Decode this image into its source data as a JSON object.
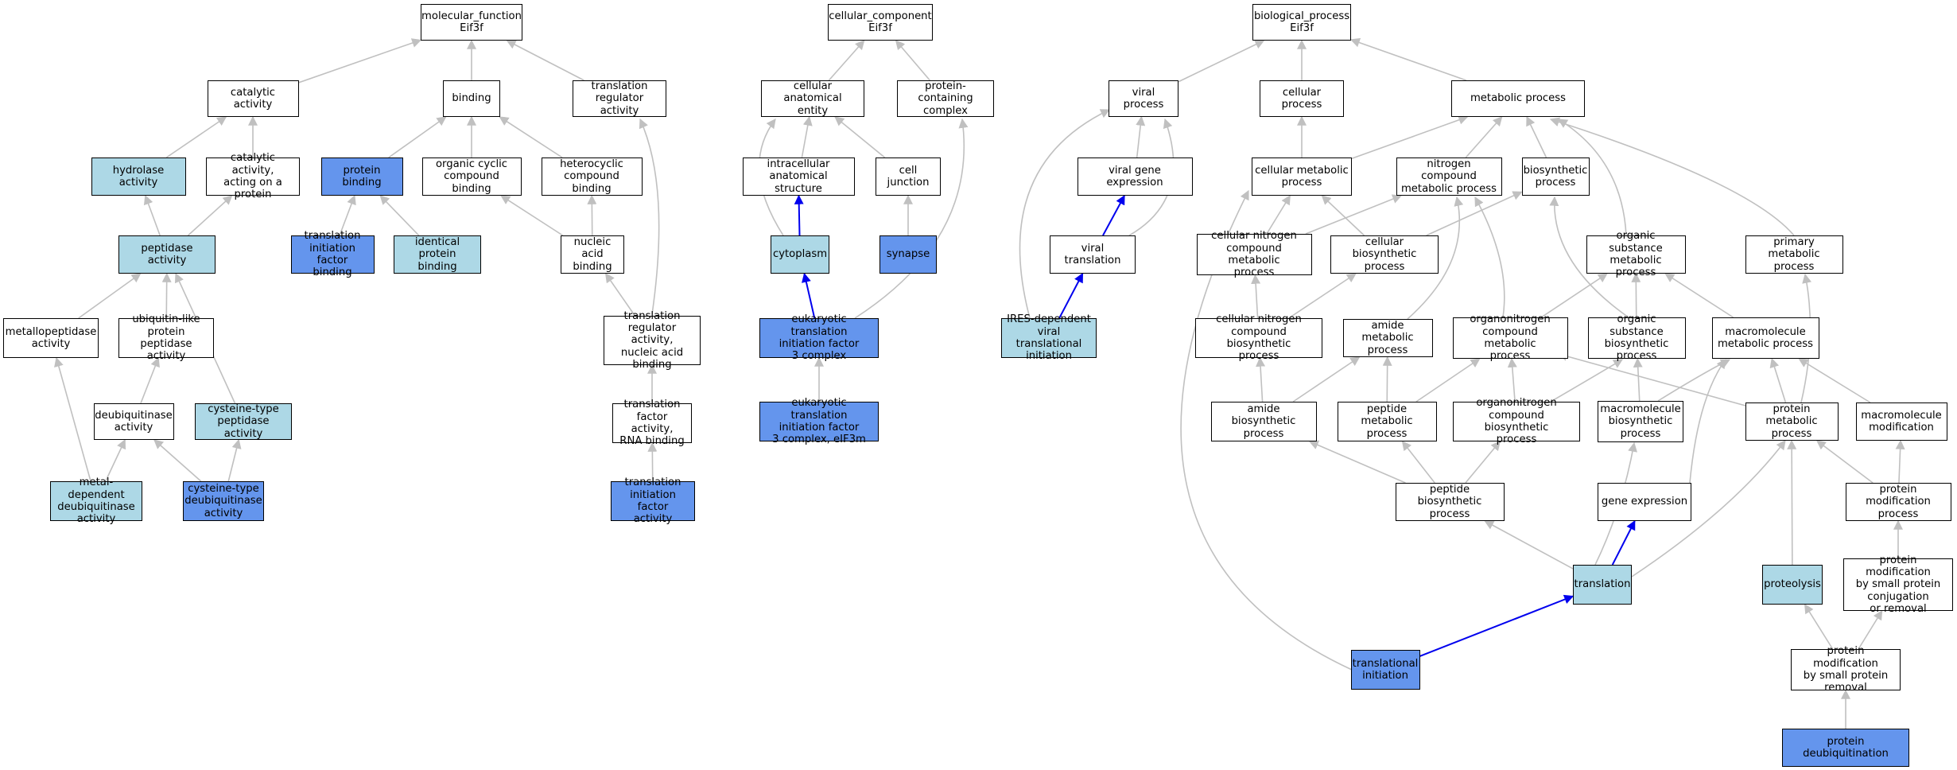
{
  "colors": {
    "edge": "#c0c0c0",
    "highlight_edge": "#0000ee",
    "node_default": "#ffffff",
    "node_light": "#add8e6",
    "node_blue": "#6495ed"
  },
  "legend_note": "",
  "nodes": [
    {
      "id": "mf",
      "label": "molecular_function\nEif3f",
      "fill": "white"
    },
    {
      "id": "cat",
      "label": "catalytic activity",
      "fill": "white"
    },
    {
      "id": "bind",
      "label": "binding",
      "fill": "white"
    },
    {
      "id": "trreg",
      "label": "translation\nregulator activity",
      "fill": "white"
    },
    {
      "id": "hyd",
      "label": "hydrolase activity",
      "fill": "light"
    },
    {
      "id": "catprot",
      "label": "catalytic activity,\nacting on a\nprotein",
      "fill": "white"
    },
    {
      "id": "pbind",
      "label": "protein binding",
      "fill": "blue"
    },
    {
      "id": "occb",
      "label": "organic cyclic\ncompound binding",
      "fill": "white"
    },
    {
      "id": "hcb",
      "label": "heterocyclic\ncompound binding",
      "fill": "white"
    },
    {
      "id": "pep",
      "label": "peptidase activity",
      "fill": "light"
    },
    {
      "id": "tifb",
      "label": "translation\ninitiation factor\nbinding",
      "fill": "blue"
    },
    {
      "id": "idpb",
      "label": "identical protein\nbinding",
      "fill": "light"
    },
    {
      "id": "nab",
      "label": "nucleic acid\nbinding",
      "fill": "white"
    },
    {
      "id": "metp",
      "label": "metallopeptidase\nactivity",
      "fill": "white"
    },
    {
      "id": "ubl",
      "label": "ubiquitin-like\nprotein peptidase\nactivity",
      "fill": "white"
    },
    {
      "id": "trnab",
      "label": "translation\nregulator activity,\nnucleic acid\nbinding",
      "fill": "white"
    },
    {
      "id": "dub",
      "label": "deubiquitinase\nactivity",
      "fill": "white"
    },
    {
      "id": "cysp",
      "label": "cysteine-type\npeptidase activity",
      "fill": "light"
    },
    {
      "id": "tfrna",
      "label": "translation\nfactor activity,\nRNA binding",
      "fill": "white"
    },
    {
      "id": "mdub",
      "label": "metal-dependent\ndeubiquitinase\nactivity",
      "fill": "light"
    },
    {
      "id": "cdub",
      "label": "cysteine-type\ndeubiquitinase\nactivity",
      "fill": "blue"
    },
    {
      "id": "tifa",
      "label": "translation\ninitiation factor\nactivity",
      "fill": "blue"
    },
    {
      "id": "cc",
      "label": "cellular_component\nEif3f",
      "fill": "white"
    },
    {
      "id": "cae",
      "label": "cellular anatomical\nentity",
      "fill": "white"
    },
    {
      "id": "pcc",
      "label": "protein-containing\ncomplex",
      "fill": "white"
    },
    {
      "id": "ias",
      "label": "intracellular\nanatomical structure",
      "fill": "white"
    },
    {
      "id": "cj",
      "label": "cell junction",
      "fill": "white"
    },
    {
      "id": "cyto",
      "label": "cytoplasm",
      "fill": "light"
    },
    {
      "id": "syn",
      "label": "synapse",
      "fill": "blue"
    },
    {
      "id": "eif3",
      "label": "eukaryotic translation\ninitiation factor\n3 complex",
      "fill": "blue"
    },
    {
      "id": "eif3m",
      "label": "eukaryotic translation\ninitiation factor\n3 complex, eIF3m",
      "fill": "blue"
    },
    {
      "id": "bp",
      "label": "biological_process\nEif3f",
      "fill": "white"
    },
    {
      "id": "vp",
      "label": "viral process",
      "fill": "white"
    },
    {
      "id": "cp",
      "label": "cellular process",
      "fill": "white"
    },
    {
      "id": "mp",
      "label": "metabolic process",
      "fill": "white"
    },
    {
      "id": "vge",
      "label": "viral gene expression",
      "fill": "white"
    },
    {
      "id": "cmp",
      "label": "cellular metabolic\nprocess",
      "fill": "white"
    },
    {
      "id": "ncmp",
      "label": "nitrogen compound\nmetabolic process",
      "fill": "white"
    },
    {
      "id": "biosyn",
      "label": "biosynthetic\nprocess",
      "fill": "white"
    },
    {
      "id": "vt",
      "label": "viral translation",
      "fill": "white"
    },
    {
      "id": "cncmp",
      "label": "cellular nitrogen\ncompound metabolic\nprocess",
      "fill": "white"
    },
    {
      "id": "cbp",
      "label": "cellular biosynthetic\nprocess",
      "fill": "white"
    },
    {
      "id": "osmp",
      "label": "organic substance\nmetabolic process",
      "fill": "white"
    },
    {
      "id": "pmp",
      "label": "primary metabolic\nprocess",
      "fill": "white"
    },
    {
      "id": "ires",
      "label": "IRES-dependent\nviral translational\ninitiation",
      "fill": "light"
    },
    {
      "id": "cncbp",
      "label": "cellular nitrogen\ncompound biosynthetic\nprocess",
      "fill": "white"
    },
    {
      "id": "amp",
      "label": "amide metabolic\nprocess",
      "fill": "white"
    },
    {
      "id": "oncmp",
      "label": "organonitrogen\ncompound metabolic\nprocess",
      "fill": "white"
    },
    {
      "id": "osbp",
      "label": "organic substance\nbiosynthetic\nprocess",
      "fill": "white"
    },
    {
      "id": "mmp",
      "label": "macromolecule\nmetabolic process",
      "fill": "white"
    },
    {
      "id": "abp",
      "label": "amide biosynthetic\nprocess",
      "fill": "white"
    },
    {
      "id": "pepmp",
      "label": "peptide metabolic\nprocess",
      "fill": "white"
    },
    {
      "id": "oncbp",
      "label": "organonitrogen\ncompound biosynthetic\nprocess",
      "fill": "white"
    },
    {
      "id": "mbp",
      "label": "macromolecule\nbiosynthetic\nprocess",
      "fill": "white"
    },
    {
      "id": "protmp",
      "label": "protein metabolic\nprocess",
      "fill": "white"
    },
    {
      "id": "mmod",
      "label": "macromolecule\nmodification",
      "fill": "white"
    },
    {
      "id": "pepbp",
      "label": "peptide biosynthetic\nprocess",
      "fill": "white"
    },
    {
      "id": "ge",
      "label": "gene expression",
      "fill": "white"
    },
    {
      "id": "pmod",
      "label": "protein modification\nprocess",
      "fill": "white"
    },
    {
      "id": "transl",
      "label": "translation",
      "fill": "light"
    },
    {
      "id": "prot",
      "label": "proteolysis",
      "fill": "light"
    },
    {
      "id": "pmspc",
      "label": "protein modification\nby small protein\nconjugation\nor removal",
      "fill": "white"
    },
    {
      "id": "tinit",
      "label": "translational\ninitiation",
      "fill": "blue"
    },
    {
      "id": "pmspr",
      "label": "protein modification\nby small protein\nremoval",
      "fill": "white"
    },
    {
      "id": "pdub",
      "label": "protein deubiquitination",
      "fill": "blue"
    }
  ],
  "edges": [
    [
      "cat",
      "mf",
      0
    ],
    [
      "bind",
      "mf",
      0
    ],
    [
      "trreg",
      "mf",
      0
    ],
    [
      "hyd",
      "cat",
      0
    ],
    [
      "catprot",
      "cat",
      0
    ],
    [
      "pbind",
      "bind",
      0
    ],
    [
      "occb",
      "bind",
      0
    ],
    [
      "hcb",
      "bind",
      0
    ],
    [
      "pep",
      "hyd",
      0
    ],
    [
      "pep",
      "catprot",
      0
    ],
    [
      "tifb",
      "pbind",
      0
    ],
    [
      "idpb",
      "pbind",
      0
    ],
    [
      "nab",
      "occb",
      0
    ],
    [
      "nab",
      "hcb",
      0
    ],
    [
      "metp",
      "pep",
      0
    ],
    [
      "ubl",
      "pep",
      0
    ],
    [
      "cysp",
      "pep",
      0
    ],
    [
      "trnab",
      "nab",
      0
    ],
    [
      "trnab",
      "trreg",
      0
    ],
    [
      "dub",
      "ubl",
      0
    ],
    [
      "mdub",
      "metp",
      0
    ],
    [
      "mdub",
      "dub",
      0
    ],
    [
      "cdub",
      "dub",
      0
    ],
    [
      "cdub",
      "cysp",
      0
    ],
    [
      "tfrna",
      "trnab",
      0
    ],
    [
      "tifa",
      "tfrna",
      0
    ],
    [
      "cae",
      "cc",
      0
    ],
    [
      "pcc",
      "cc",
      0
    ],
    [
      "ias",
      "cae",
      0
    ],
    [
      "cj",
      "cae",
      0
    ],
    [
      "cyto",
      "ias",
      1
    ],
    [
      "cyto",
      "cae",
      0
    ],
    [
      "syn",
      "cj",
      0
    ],
    [
      "eif3",
      "cyto",
      1
    ],
    [
      "eif3",
      "pcc",
      0
    ],
    [
      "eif3m",
      "eif3",
      0
    ],
    [
      "vp",
      "bp",
      0
    ],
    [
      "cp",
      "bp",
      0
    ],
    [
      "mp",
      "bp",
      0
    ],
    [
      "vge",
      "vp",
      0
    ],
    [
      "cmp",
      "cp",
      0
    ],
    [
      "cmp",
      "mp",
      0
    ],
    [
      "ncmp",
      "mp",
      0
    ],
    [
      "biosyn",
      "mp",
      0
    ],
    [
      "vt",
      "vge",
      1
    ],
    [
      "vt",
      "vp",
      0
    ],
    [
      "cncmp",
      "cmp",
      0
    ],
    [
      "cncmp",
      "ncmp",
      0
    ],
    [
      "cbp",
      "cmp",
      0
    ],
    [
      "cbp",
      "biosyn",
      0
    ],
    [
      "osmp",
      "mp",
      0
    ],
    [
      "pmp",
      "mp",
      0
    ],
    [
      "ires",
      "vt",
      1
    ],
    [
      "ires",
      "vp",
      0
    ],
    [
      "cncbp",
      "cncmp",
      0
    ],
    [
      "cncbp",
      "cbp",
      0
    ],
    [
      "amp",
      "ncmp",
      0
    ],
    [
      "oncmp",
      "ncmp",
      0
    ],
    [
      "oncmp",
      "osmp",
      0
    ],
    [
      "osbp",
      "osmp",
      0
    ],
    [
      "osbp",
      "biosyn",
      0
    ],
    [
      "mmp",
      "osmp",
      0
    ],
    [
      "abp",
      "cncbp",
      0
    ],
    [
      "abp",
      "amp",
      0
    ],
    [
      "pepmp",
      "amp",
      0
    ],
    [
      "pepmp",
      "oncmp",
      0
    ],
    [
      "oncbp",
      "oncmp",
      0
    ],
    [
      "oncbp",
      "osbp",
      0
    ],
    [
      "mbp",
      "osbp",
      0
    ],
    [
      "mbp",
      "mmp",
      0
    ],
    [
      "protmp",
      "oncmp",
      0
    ],
    [
      "protmp",
      "mmp",
      0
    ],
    [
      "protmp",
      "pmp",
      0
    ],
    [
      "mmod",
      "mmp",
      0
    ],
    [
      "pepbp",
      "abp",
      0
    ],
    [
      "pepbp",
      "pepmp",
      0
    ],
    [
      "pepbp",
      "oncbp",
      0
    ],
    [
      "ge",
      "mmp",
      0
    ],
    [
      "pmod",
      "mmod",
      0
    ],
    [
      "pmod",
      "protmp",
      0
    ],
    [
      "transl",
      "pepbp",
      0
    ],
    [
      "transl",
      "ge",
      1
    ],
    [
      "transl",
      "mbp",
      0
    ],
    [
      "transl",
      "protmp",
      0
    ],
    [
      "prot",
      "protmp",
      0
    ],
    [
      "pmspc",
      "pmod",
      0
    ],
    [
      "tinit",
      "transl",
      1
    ],
    [
      "tinit",
      "cmp",
      0
    ],
    [
      "pmspr",
      "prot",
      0
    ],
    [
      "pmspr",
      "pmspc",
      0
    ],
    [
      "pdub",
      "pmspr",
      0
    ]
  ]
}
